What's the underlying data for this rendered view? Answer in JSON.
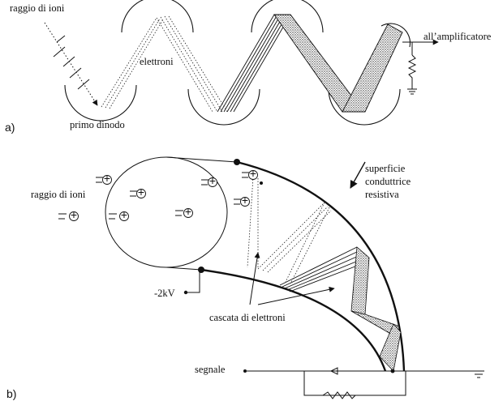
{
  "panel_a": {
    "tag": "a)",
    "ion_beam_label": "raggio di ioni",
    "electrons_label": "elettroni",
    "first_dynode_label": "primo dinodo",
    "amplifier_label": "all’amplificatore"
  },
  "panel_b": {
    "tag": "b)",
    "ion_beam_label": "raggio di ioni",
    "surface_label_line1": "superficie",
    "surface_label_line2": "conduttrice",
    "surface_label_line3": "resistiva",
    "voltage_label": "-2kV",
    "cascade_label": "cascata di elettroni",
    "signal_label": "segnale",
    "ion_symbol": "+"
  }
}
